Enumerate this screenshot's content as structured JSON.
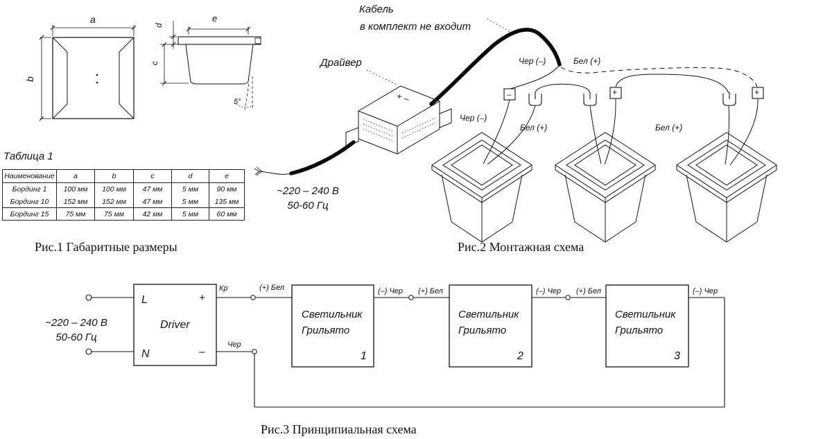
{
  "captions": {
    "fig1": "Рис.1 Габаритные размеры",
    "fig2": "Рис.2 Монтажная схема",
    "fig3": "Рис.3 Принципиальная схема"
  },
  "fig1": {
    "dim_a": "a",
    "dim_b": "b",
    "dim_c": "c",
    "dim_d": "d",
    "dim_e": "e",
    "angle": "5°"
  },
  "table1": {
    "title": "Таблица 1",
    "headers": [
      "Наименование",
      "a",
      "b",
      "c",
      "d",
      "e"
    ],
    "rows": [
      [
        "Бординг 1",
        "100 мм",
        "100 мм",
        "47 мм",
        "5 мм",
        "90 мм"
      ],
      [
        "Бординг 10",
        "152 мм",
        "152 мм",
        "47 мм",
        "5 мм",
        "135 мм"
      ],
      [
        "Бординг 15",
        "75 мм",
        "75 мм",
        "42 мм",
        "5 мм",
        "60 мм"
      ]
    ]
  },
  "fig2": {
    "cable_note1": "Кабель",
    "cable_note2": "в комплект не входит",
    "driver_label": "Драйвер",
    "driver_pm": "+ –",
    "power1": "~220 – 240 В",
    "power2": "50-60 Гц",
    "cher": "Чер (–)",
    "bel": "Бел (+)",
    "conn_minus": "–",
    "conn_plus": "+"
  },
  "fig3": {
    "power1": "~220 – 240 В",
    "power2": "50-60 Гц",
    "driver": {
      "name": "Driver",
      "l": "L",
      "n": "N",
      "plus": "+",
      "minus": "–"
    },
    "w_kr": "Кр",
    "w_cher_short": "Чер",
    "w_bel": "(+) Бел",
    "w_cher": "(–) Чер",
    "fixtures": [
      {
        "l1": "Светильник",
        "l2": "Грильято",
        "num": "1"
      },
      {
        "l1": "Светильник",
        "l2": "Грильято",
        "num": "2"
      },
      {
        "l1": "Светильник",
        "l2": "Грильято",
        "num": "3"
      }
    ]
  }
}
